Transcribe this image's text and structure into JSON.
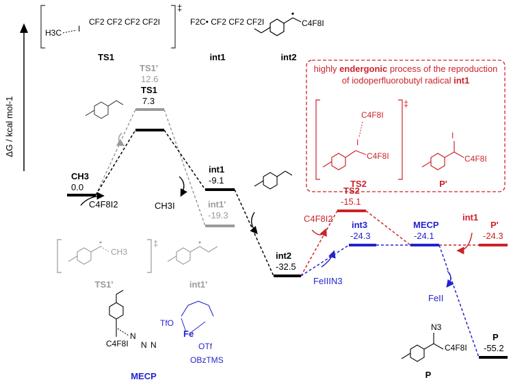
{
  "axis": {
    "label": "ΔG / kcal mol-1"
  },
  "top_structures": {
    "ts1_label": "TS1",
    "int1_label": "int1",
    "int2_label": "int2",
    "ts1_formula_left": "H3C",
    "ts1_formula_i": "I",
    "ts1_formula_chain": "CF2 CF2 CF2 CF2I",
    "int1_formula": "F2C• CF2 CF2 CF2I",
    "int2_group": "C4F8I",
    "dagger": "‡"
  },
  "levels": {
    "ch3": {
      "name": "CH3",
      "value": "0.0"
    },
    "ts1p": {
      "name": "TS1'",
      "value": "12.6"
    },
    "ts1": {
      "name": "TS1",
      "value": "7.3"
    },
    "int1": {
      "name": "int1",
      "value": "-9.1"
    },
    "int1p": {
      "name": "int1'",
      "value": "-19.3"
    },
    "int2": {
      "name": "int2",
      "value": "-32.5"
    },
    "ts2": {
      "name": "TS2",
      "value": "-15.1"
    },
    "int3": {
      "name": "int3",
      "value": "-24.3"
    },
    "mecp": {
      "name": "MECP",
      "value": "-24.1"
    },
    "pp": {
      "name": "P'",
      "value": "-24.3"
    },
    "p": {
      "name": "P",
      "value": "-55.2"
    }
  },
  "reagents": {
    "c4f8i2": "C4F8I2",
    "ch3i": "CH3I",
    "c4f8i2_red": "C4F8I2",
    "fe3n3": "FeIIIN3",
    "fe2": "FeII",
    "int1_release": "int1"
  },
  "callout": {
    "line1_pre": "highly ",
    "line1_bold": "endergonic",
    "line1_post": " process of the reproduction",
    "line2_pre": "of iodoperfluorobutyl radical ",
    "line2_bold": "int1",
    "ts2_label": "TS2",
    "pp_label": "P'",
    "c4f8i": "C4F8I",
    "i": "I",
    "dagger": "‡"
  },
  "bottom_structures": {
    "ts1p_label": "TS1'",
    "int1p_label": "int1'",
    "ch3": "CH3",
    "dagger": "‡",
    "mecp_label": "MECP",
    "p_label": "P",
    "tfo": "TfO",
    "otf": "OTf",
    "fe": "Fe",
    "obztms": "OBzTMS",
    "n3": "N3",
    "c4f8i": "C4F8I",
    "n": "N"
  },
  "colors": {
    "black": "#000000",
    "grey": "#9a9a9a",
    "red": "#cc2229",
    "blue": "#2323cc"
  }
}
